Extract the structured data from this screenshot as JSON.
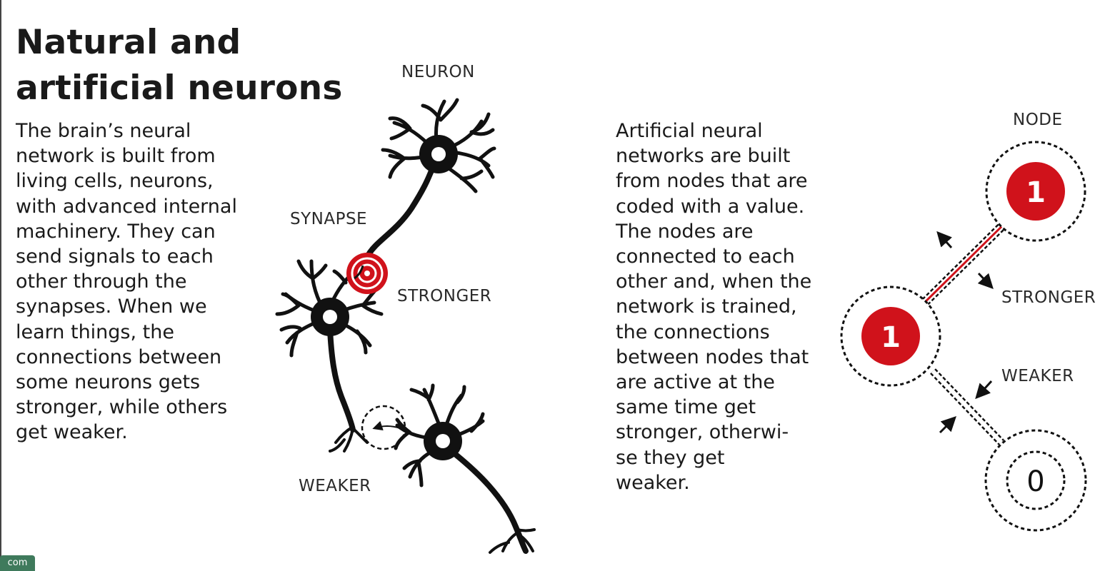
{
  "heading": {
    "title": "Natural and\nartificial neurons"
  },
  "natural": {
    "description": "The brain’s neural\nnetwork is built from\nliving cells, neurons,\nwith advanced internal\nmachinery. They can\nsend signals to each\nother through the\nsynapses. When we\nlearn things, the\nconnections between\nsome neurons gets\nstronger, while others\nget weaker.",
    "labels": {
      "neuron": "NEURON",
      "synapse": "SYNAPSE",
      "stronger": "STRONGER",
      "weaker": "WEAKER"
    }
  },
  "artificial": {
    "description": "Artificial neural\nnetworks are built\nfrom nodes that are\ncoded with a value.\nThe nodes are\nconnected to each\nother and, when the\nnetwork is trained,\nthe connections\nbetween nodes that\nare active at the\nsame time get\nstronger, otherwi-\nse they get\nweaker.",
    "labels": {
      "node": "NODE",
      "stronger": "STRONGER",
      "weaker": "WEAKER"
    },
    "nodes": [
      {
        "value": "1",
        "state": "active"
      },
      {
        "value": "1",
        "state": "active"
      },
      {
        "value": "0",
        "state": "inactive"
      }
    ]
  },
  "colors": {
    "accent": "#d0121b",
    "ink": "#111111"
  },
  "watermark": {
    "text": "com"
  }
}
